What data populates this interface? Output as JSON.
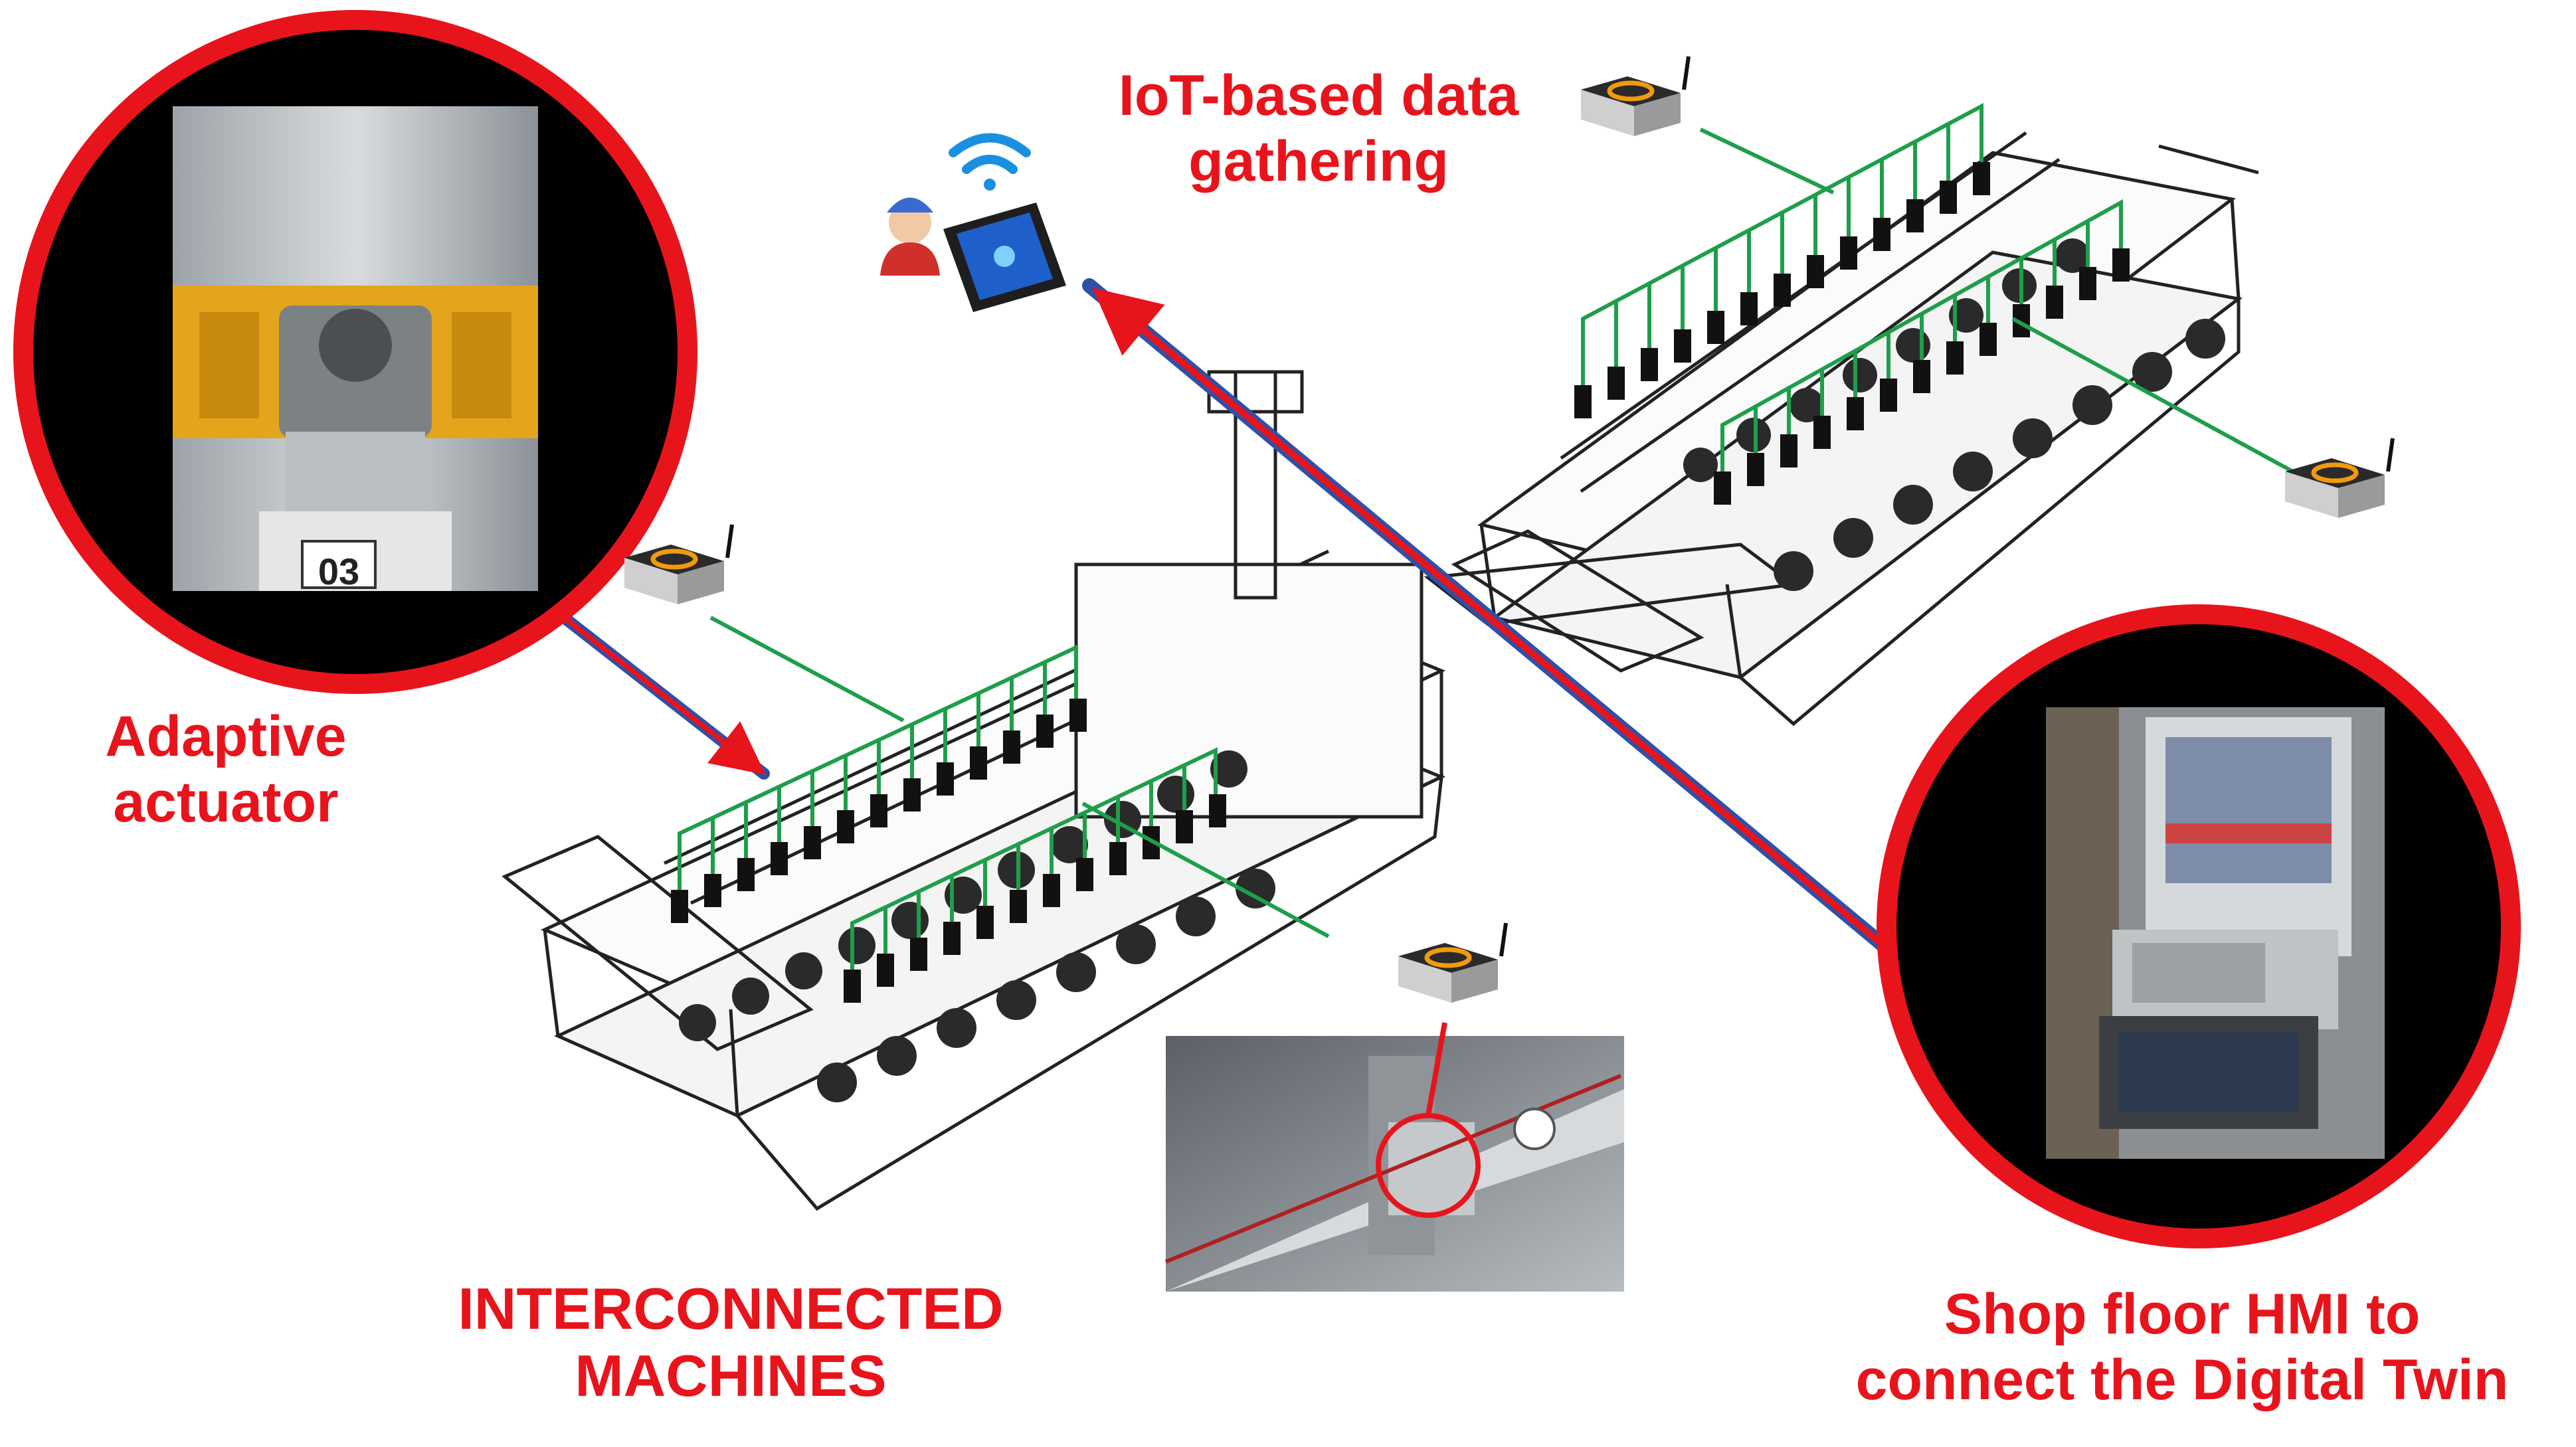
{
  "labels": {
    "iot_line1": "IoT-based data",
    "iot_line2": "gathering",
    "actuator_line1": "Adaptive",
    "actuator_line2": "actuator",
    "machines_line1": "INTERCONNECTED",
    "machines_line2": "MACHINES",
    "hmi_line1": "Shop floor HMI to",
    "hmi_line2": "connect the Digital Twin"
  },
  "photo_text": {
    "actuator_plate": "03"
  },
  "icons": {
    "gateway": "iot-gateway-icon",
    "tablet": "rugged-tablet-icon",
    "wifi": "wifi-icon",
    "operator": "operator-icon"
  },
  "colors": {
    "label_red": "#e8141c",
    "network_green": "#1f9e4a",
    "arrow_blue": "#2f4fa8",
    "circle_ring": "#e8141c"
  }
}
